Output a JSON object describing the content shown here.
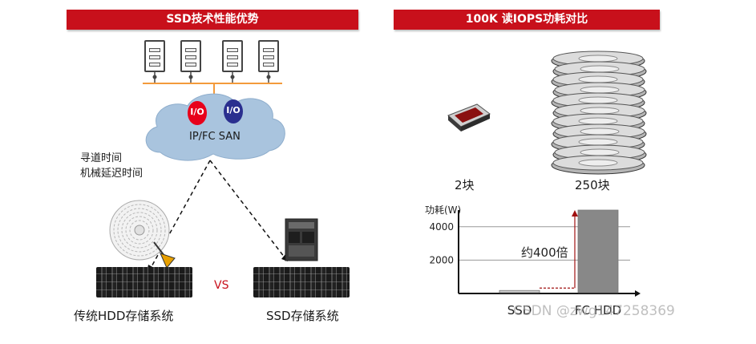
{
  "left_panel": {
    "title": "SSD技术性能优势",
    "io_label_1": "I/O",
    "io_label_2": "I/O",
    "san_label": "IP/FC SAN",
    "delay_line_1": "寻道时间",
    "delay_line_2": "机械延迟时间",
    "vs_label": "VS",
    "hdd_label": "传统HDD存储系统",
    "ssd_label": "SSD存储系统",
    "colors": {
      "banner": "#c8101b",
      "io_red": "#e8001a",
      "io_blue": "#2a2f8f",
      "cloud": "#a9c4de",
      "link_orange": "#f39a3b"
    }
  },
  "right_panel": {
    "title": "100K 读IOPS功耗对比",
    "ssd_count": "2块",
    "hdd_count": "250块",
    "chart_data": {
      "type": "bar",
      "ylabel": "功耗(W)",
      "categories": [
        "SSD",
        "FC HDD"
      ],
      "values": [
        180,
        5000
      ],
      "ylim": [
        0,
        5000
      ],
      "yticks": [
        2000,
        4000
      ],
      "grid": true,
      "annotation": "约400倍",
      "bar_colors": [
        "#d0d0d0",
        "#888888"
      ]
    }
  },
  "watermark": "CSDN @zwg147258369"
}
